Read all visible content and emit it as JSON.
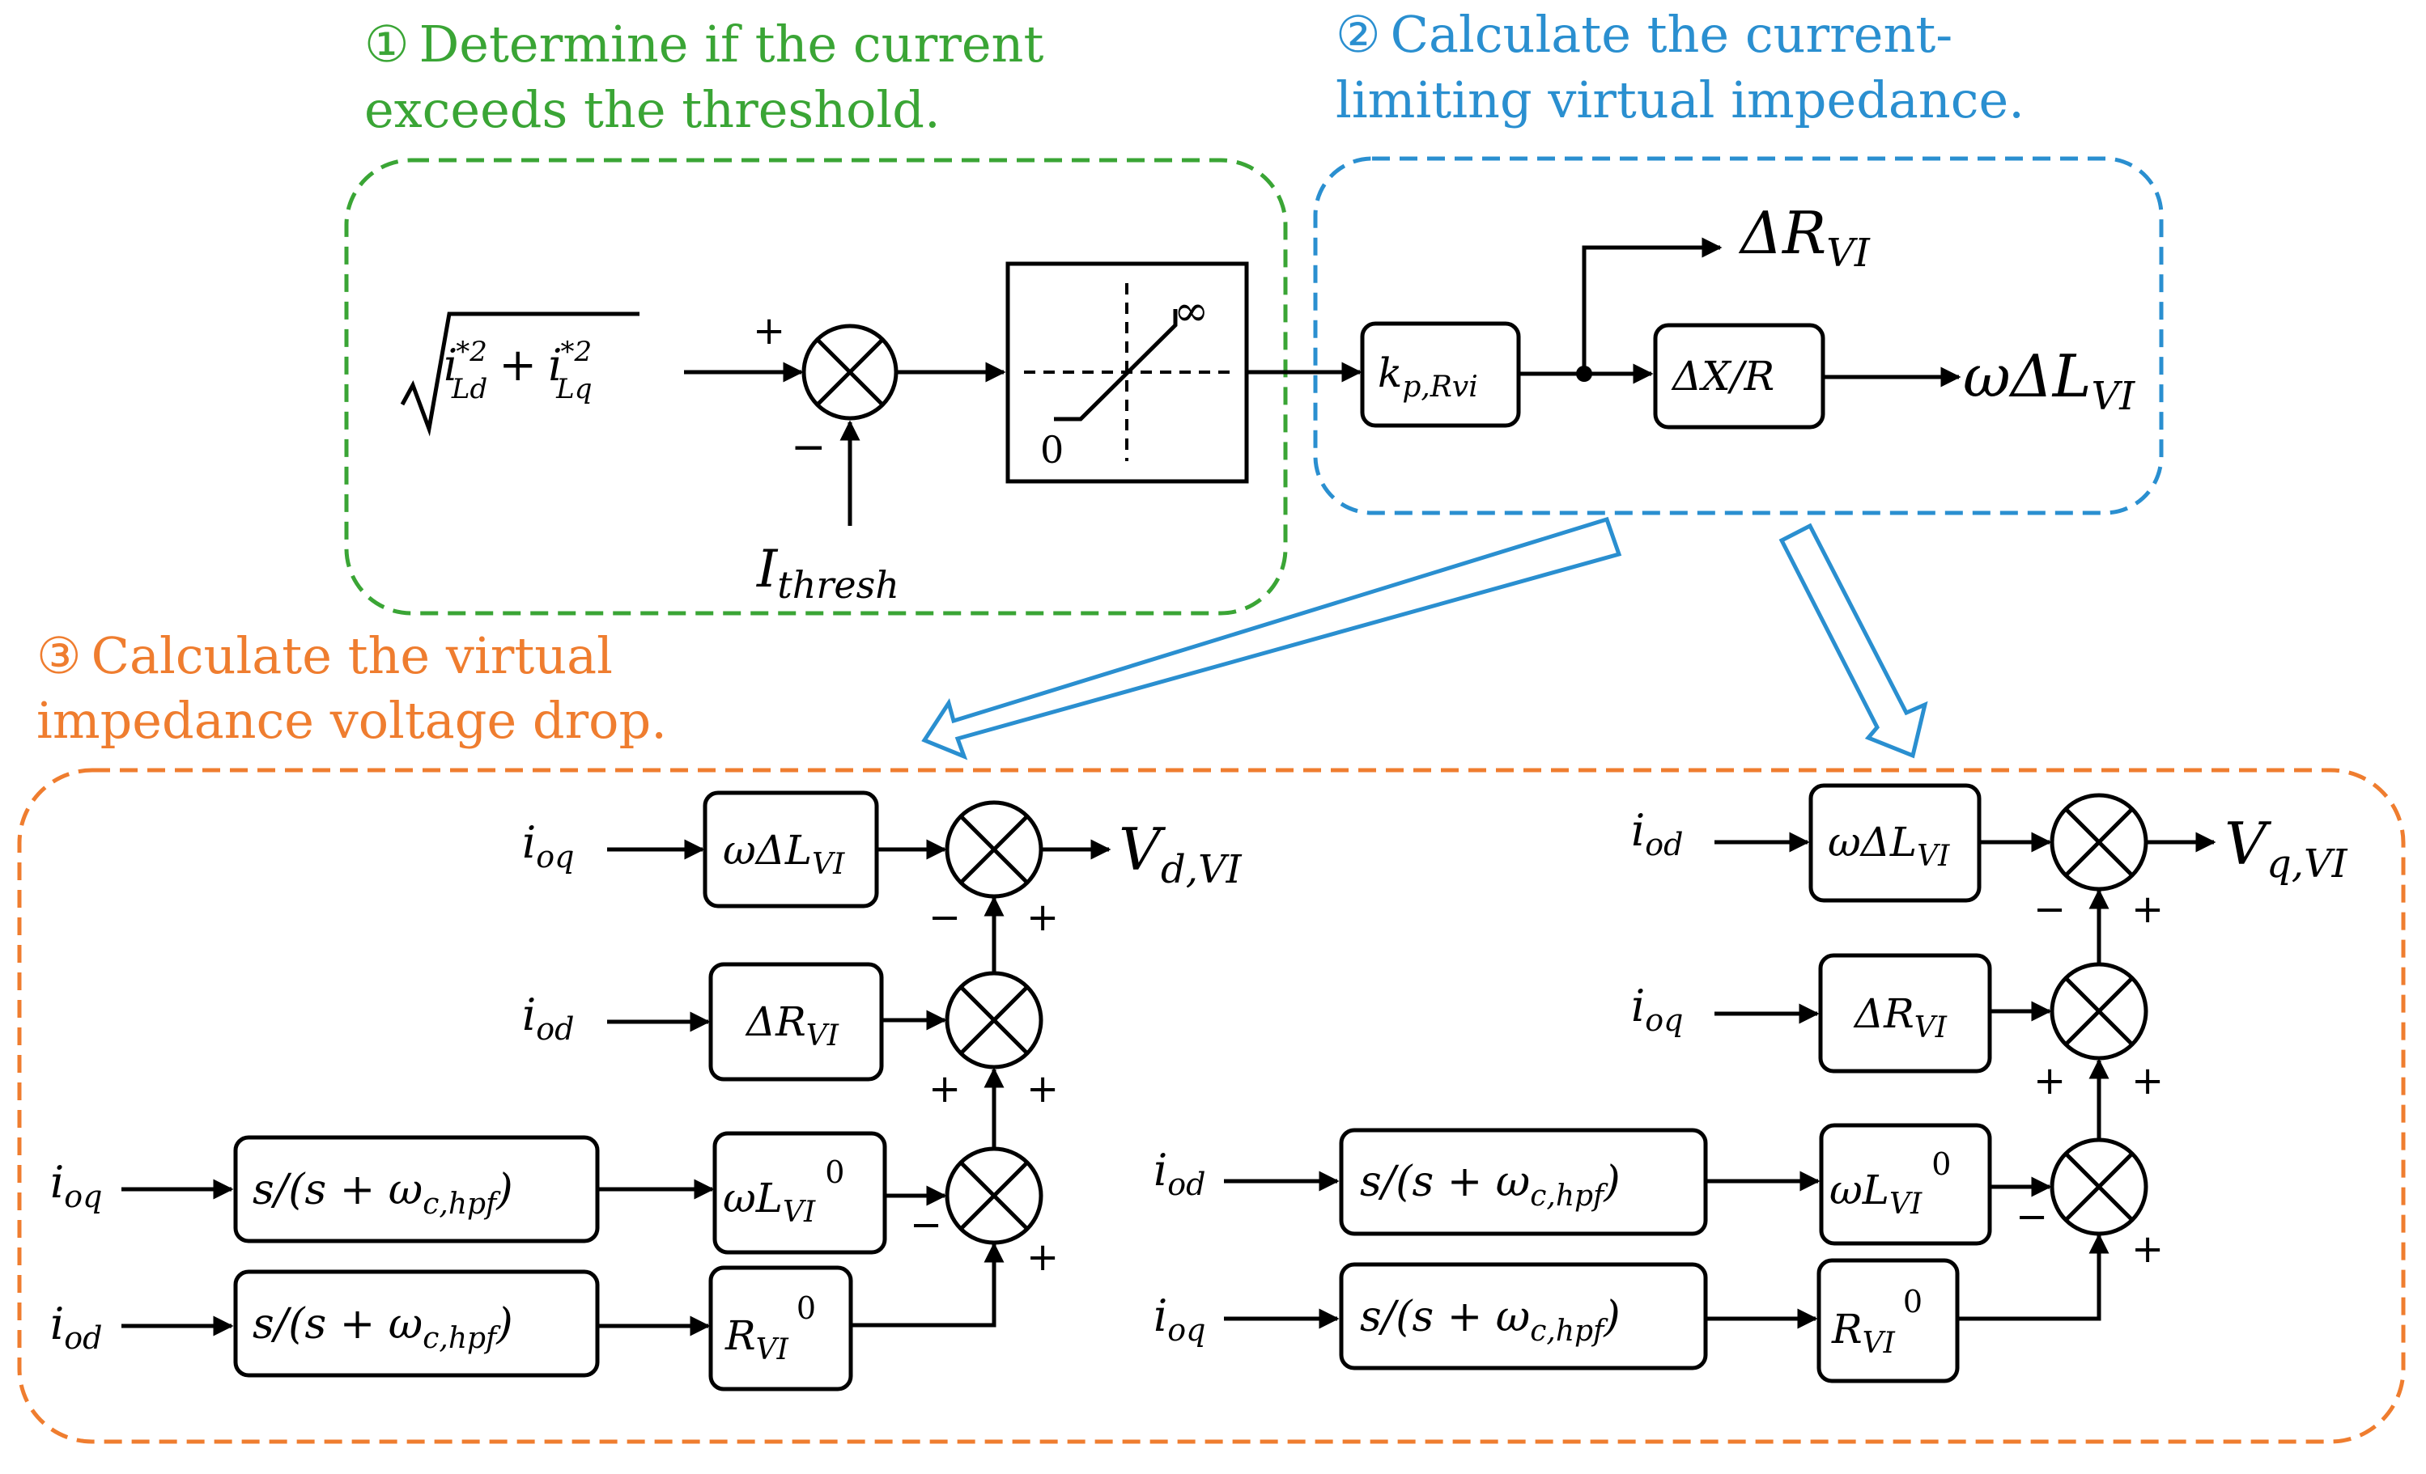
{
  "colors": {
    "step1": "#3aa535",
    "step2": "#2a8fd0",
    "step3": "#ef7d2f",
    "wire": "#000000"
  },
  "captions": {
    "step1": {
      "num": "①",
      "line1": "Determine if the current",
      "line2": "exceeds the threshold."
    },
    "step2": {
      "num": "②",
      "line1": "Calculate the current-",
      "line2": "limiting virtual impedance."
    },
    "step3": {
      "num": "③",
      "line1": "Calculate the virtual",
      "line2": "impedance voltage drop."
    }
  },
  "step1": {
    "input": {
      "i1": "i",
      "i1_sub": "Ld",
      "i1_sup": "*2",
      "plus": "+",
      "i2": "i",
      "i2_sub": "Lq",
      "i2_sup": "*2"
    },
    "threshold": {
      "main": "I",
      "sub": "thresh"
    },
    "limiter": {
      "zero": "0",
      "infinity": "∞"
    },
    "signs": {
      "plus": "+",
      "minus": "−"
    }
  },
  "step2": {
    "gain": {
      "main": "k",
      "sub": "p,Rvi"
    },
    "ratio": "ΔX/R",
    "out_r": {
      "main": "ΔR",
      "sub": "VI"
    },
    "out_l": {
      "main": "ωΔL",
      "sub": "VI"
    }
  },
  "step3": {
    "left": {
      "inputs": {
        "r1": {
          "main": "i",
          "sub": "oq"
        },
        "r2": {
          "main": "i",
          "sub": "od"
        },
        "r3": {
          "main": "i",
          "sub": "oq"
        },
        "r4": {
          "main": "i",
          "sub": "od"
        }
      },
      "output": {
        "main": "V",
        "sub": "d,VI"
      }
    },
    "right": {
      "inputs": {
        "r1": {
          "main": "i",
          "sub": "od"
        },
        "r2": {
          "main": "i",
          "sub": "oq"
        },
        "r3": {
          "main": "i",
          "sub": "od"
        },
        "r4": {
          "main": "i",
          "sub": "oq"
        }
      },
      "output": {
        "main": "V",
        "sub": "q,VI"
      }
    },
    "blocks": {
      "wdl": {
        "main": "ωΔL",
        "sub": "VI"
      },
      "dr": {
        "main": "ΔR",
        "sub": "VI"
      },
      "hpf": {
        "pre": "s/(s + ω",
        "sub": "c,hpf",
        "post": ")"
      },
      "wl0": {
        "main": "ωL",
        "sub": "VI",
        "sup": "0"
      },
      "r0": {
        "main": "R",
        "sub": "VI",
        "sup": "0"
      }
    },
    "signs": {
      "plus": "+",
      "minus": "−"
    }
  }
}
